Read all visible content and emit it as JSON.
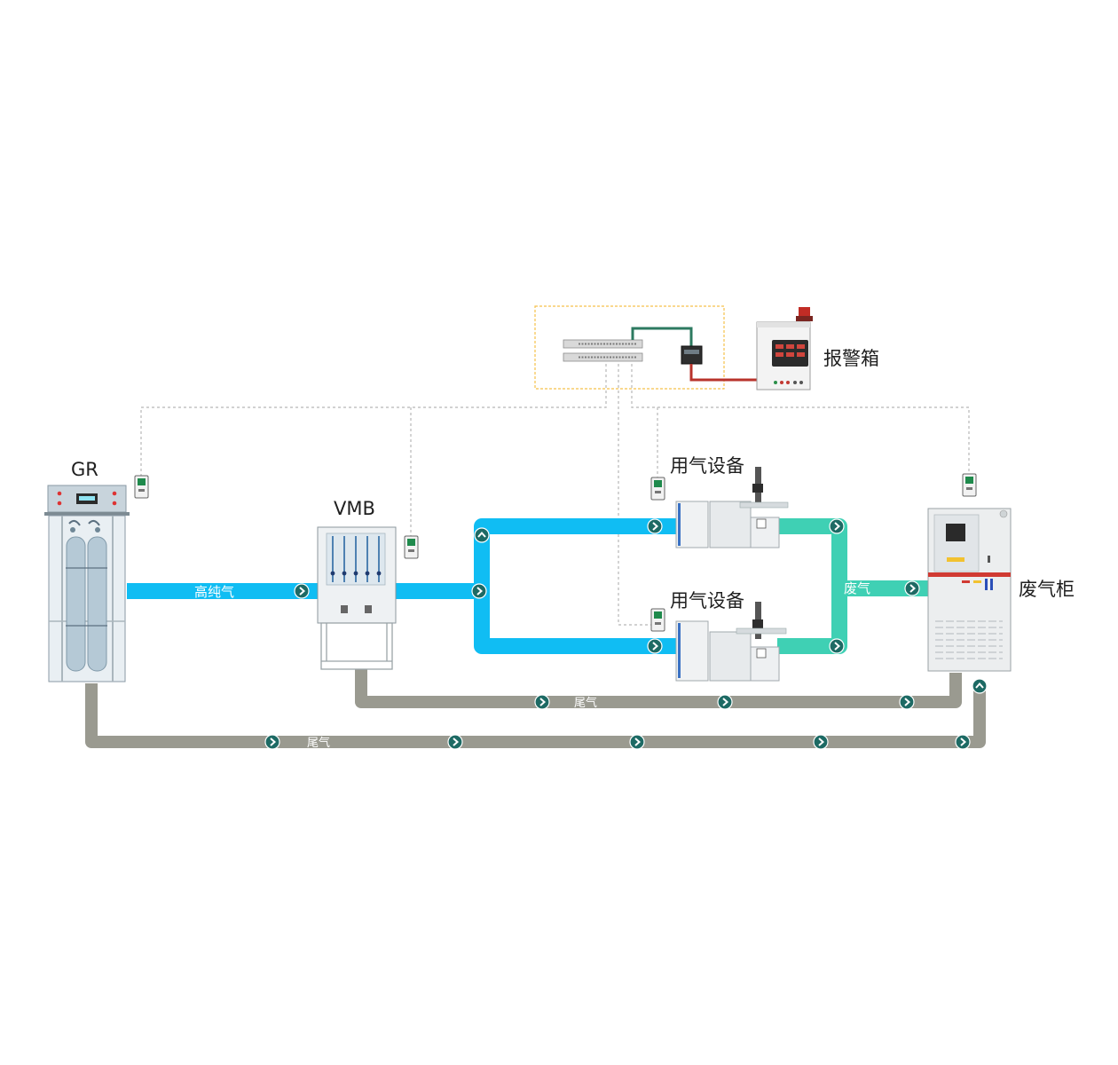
{
  "labels": {
    "gr": "GR",
    "vmb": "VMB",
    "alarm_box": "报警箱",
    "gas_equipment_top": "用气设备",
    "gas_equipment_bottom": "用气设备",
    "exhaust_cabinet": "废气柜"
  },
  "pipes": {
    "high_purity": "高纯气",
    "waste_gas": "废气",
    "tail_gas_upper": "尾气",
    "tail_gas_lower": "尾气"
  },
  "colors": {
    "high_purity_pipe": "#10bdf3",
    "waste_gas_pipe": "#3fd0b4",
    "tail_gas_pipe": "#9a9a90",
    "arrow_badge": "#1d6a64",
    "signal_line": "#bdbdbd",
    "control_box_border": "#f5c04a",
    "alarm_line": "#b8332b",
    "network_line": "#2d7a60"
  },
  "icons": {
    "gas_detector": "gas-detector-icon",
    "network_switch": "network-switch-icon",
    "alarm_light": "alarm-light-icon",
    "flow_arrow": "chevron-right-icon"
  }
}
